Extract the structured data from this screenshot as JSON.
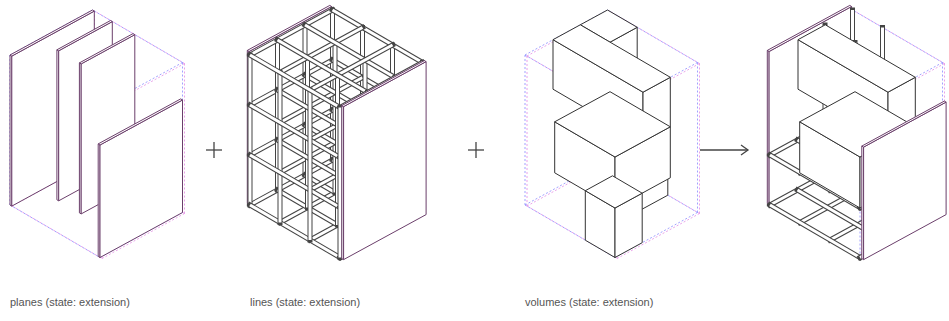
{
  "diagram": {
    "labels": [
      "planes (state: extension)",
      "lines (state: extension)",
      "volumes (state: extension)"
    ]
  }
}
